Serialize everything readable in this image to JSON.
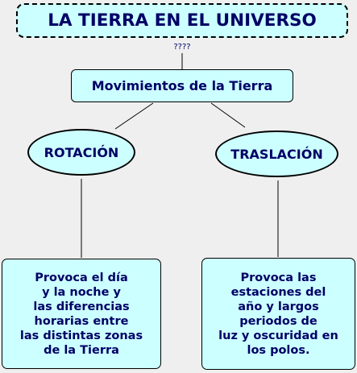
{
  "map": {
    "title": "LA TIERRA EN EL UNIVERSO",
    "link_label": "????",
    "movements": "Movimientos de la Tierra",
    "rotation": {
      "name": "ROTACIÓN",
      "description": "Provoca el día\ny la noche y\nlas diferencias\nhorarias entre\nlas distintas zonas\nde la Tierra"
    },
    "translation": {
      "name": "TRASLACIÓN",
      "description": "Provoca las\nestaciones del\naño y largos\nperiodos de\nluz y oscuridad en\nlos polos."
    }
  },
  "colors": {
    "background": "#efefef",
    "node_fill": "#ccffff",
    "text": "#000066",
    "border": "#000000"
  }
}
